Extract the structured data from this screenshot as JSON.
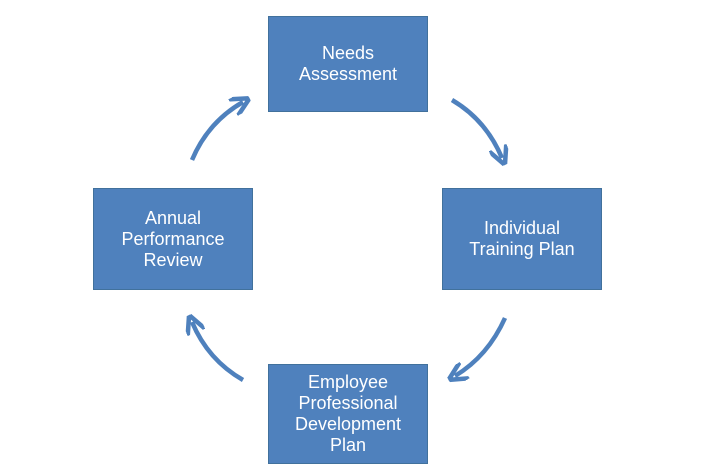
{
  "diagram": {
    "colors": {
      "box_fill": "#4f81bd",
      "arrow": "#4f81bd",
      "text": "#ffffff",
      "background": "#ffffff"
    },
    "nodes": {
      "needs_assessment": "Needs\nAssessment",
      "individual_training_plan": "Individual\nTraining Plan",
      "employee_development_plan": "Employee\nProfessional\nDevelopment\nPlan",
      "annual_performance_review": "Annual\nPerformance\nReview"
    },
    "edges": [
      {
        "from": "needs_assessment",
        "to": "individual_training_plan"
      },
      {
        "from": "individual_training_plan",
        "to": "employee_development_plan"
      },
      {
        "from": "employee_development_plan",
        "to": "annual_performance_review"
      },
      {
        "from": "annual_performance_review",
        "to": "needs_assessment"
      }
    ]
  }
}
